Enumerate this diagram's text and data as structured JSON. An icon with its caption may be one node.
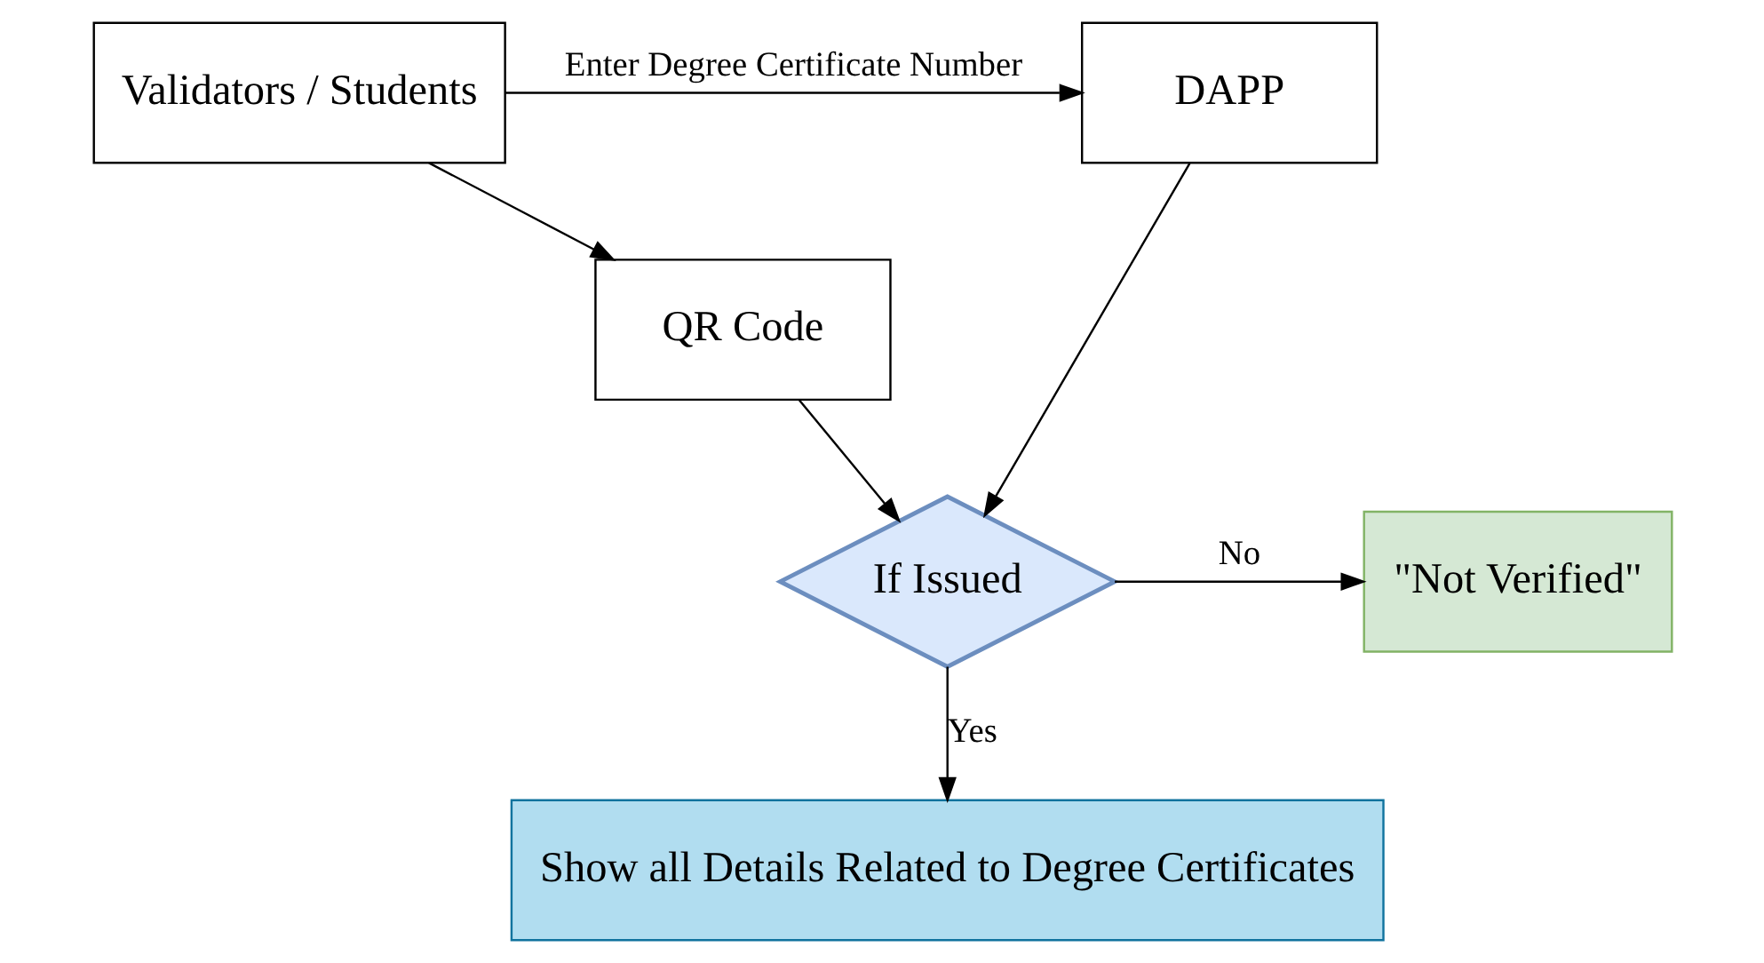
{
  "diagram": {
    "nodes": [
      {
        "text": [
          "Validators / Students"
        ]
      },
      {
        "text": [
          "DAPP"
        ]
      },
      {
        "text": [
          "QR Code"
        ]
      },
      {
        "text": [
          "If Issued"
        ]
      },
      {
        "text": [
          "\"Not Verified\""
        ]
      },
      {
        "text": [
          "Show all Details Related to Degree Certificates"
        ]
      }
    ],
    "edges": [
      {
        "from": 0,
        "to": 1,
        "arrow": "to",
        "label": "Enter Degree Certificate Number"
      },
      {
        "from": 0,
        "to": 2,
        "arrow": "to"
      },
      {
        "from": 1,
        "to": 3,
        "arrow": "to"
      },
      {
        "from": 2,
        "to": 3,
        "arrow": "to"
      },
      {
        "from": 3,
        "to": 4,
        "arrow": "to",
        "label": "No"
      },
      {
        "from": 3,
        "to": 5,
        "arrow": "to",
        "label": "Yes"
      }
    ]
  }
}
